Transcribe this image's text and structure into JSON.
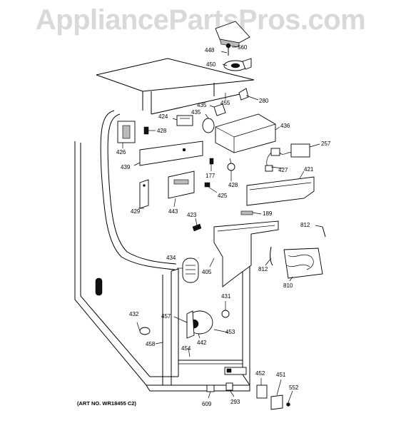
{
  "watermark": "AppliancePartsPros.com",
  "art_number": "(ART NO. WR18455 C2)",
  "callouts": [
    {
      "id": "c560",
      "text": "560"
    },
    {
      "id": "c448",
      "text": "448"
    },
    {
      "id": "c450",
      "text": "450"
    },
    {
      "id": "c280",
      "text": "280"
    },
    {
      "id": "c455",
      "text": "455"
    },
    {
      "id": "c435a",
      "text": "435"
    },
    {
      "id": "c435b",
      "text": "435"
    },
    {
      "id": "c424",
      "text": "424"
    },
    {
      "id": "c428a",
      "text": "428"
    },
    {
      "id": "c436",
      "text": "436"
    },
    {
      "id": "c257",
      "text": "257"
    },
    {
      "id": "c426",
      "text": "426"
    },
    {
      "id": "c439",
      "text": "439"
    },
    {
      "id": "c177",
      "text": "177"
    },
    {
      "id": "c428b",
      "text": "428"
    },
    {
      "id": "c427",
      "text": "427"
    },
    {
      "id": "c421",
      "text": "421"
    },
    {
      "id": "c425",
      "text": "425"
    },
    {
      "id": "c429",
      "text": "429"
    },
    {
      "id": "c443",
      "text": "443"
    },
    {
      "id": "c423",
      "text": "423"
    },
    {
      "id": "c189",
      "text": "189"
    },
    {
      "id": "c812a",
      "text": "812"
    },
    {
      "id": "c434",
      "text": "434"
    },
    {
      "id": "c405",
      "text": "405"
    },
    {
      "id": "c812b",
      "text": "812"
    },
    {
      "id": "c810",
      "text": "810"
    },
    {
      "id": "c431",
      "text": "431"
    },
    {
      "id": "c432",
      "text": "432"
    },
    {
      "id": "c457",
      "text": "457"
    },
    {
      "id": "c453",
      "text": "453"
    },
    {
      "id": "c442",
      "text": "442"
    },
    {
      "id": "c458",
      "text": "458"
    },
    {
      "id": "c454",
      "text": "454"
    },
    {
      "id": "c452",
      "text": "452"
    },
    {
      "id": "c451",
      "text": "451"
    },
    {
      "id": "c552",
      "text": "552"
    },
    {
      "id": "c609",
      "text": "609"
    },
    {
      "id": "c293",
      "text": "293"
    }
  ]
}
